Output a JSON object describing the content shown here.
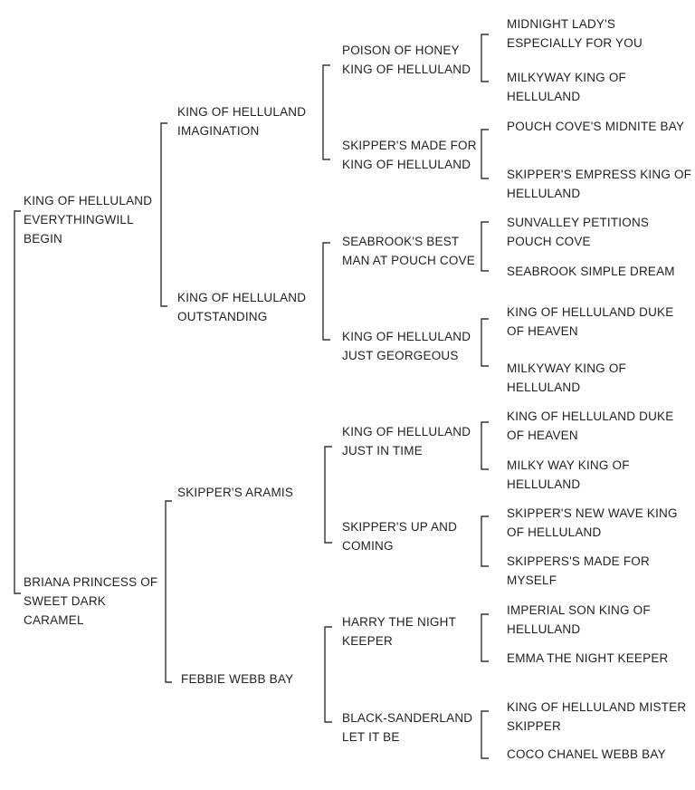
{
  "pedigree": {
    "sire": {
      "name": "KING OF HELLULAND EVERYTHINGWILL BEGIN",
      "sire": {
        "name": "KING OF HELLULAND IMAGINATION",
        "sire": {
          "name": "POISON OF HONEY KING OF HELLULAND",
          "sire": {
            "name": "MIDNIGHT LADY'S ESPECIALLY FOR YOU"
          },
          "dam": {
            "name": "MILKYWAY KING OF HELLULAND"
          }
        },
        "dam": {
          "name": "SKIPPER'S MADE FOR KING OF HELLULAND",
          "sire": {
            "name": "POUCH COVE'S MIDNITE BAY"
          },
          "dam": {
            "name": "SKIPPER'S EMPRESS KING OF HELLULAND"
          }
        }
      },
      "dam": {
        "name": "KING OF HELLULAND OUTSTANDING",
        "sire": {
          "name": "SEABROOK'S BEST MAN AT POUCH COVE",
          "sire": {
            "name": "SUNVALLEY PETITIONS POUCH COVE"
          },
          "dam": {
            "name": "SEABROOK SIMPLE DREAM"
          }
        },
        "dam": {
          "name": "KING OF HELLULAND JUST GEORGEOUS",
          "sire": {
            "name": "KING OF HELLULAND DUKE OF HEAVEN"
          },
          "dam": {
            "name": "MILKYWAY KING OF HELLULAND"
          }
        }
      }
    },
    "dam": {
      "name": "BRIANA PRINCESS OF SWEET DARK CARAMEL",
      "sire": {
        "name": "SKIPPER'S ARAMIS",
        "sire": {
          "name": "KING OF HELLULAND JUST IN TIME",
          "sire": {
            "name": "KING OF HELLULAND DUKE OF HEAVEN"
          },
          "dam": {
            "name": "MILKY WAY KING OF HELLULAND"
          }
        },
        "dam": {
          "name": "SKIPPER'S UP AND COMING",
          "sire": {
            "name": "SKIPPER'S NEW WAVE KING OF HELLULAND"
          },
          "dam": {
            "name": "SKIPPERS'S MADE FOR MYSELF"
          }
        }
      },
      "dam": {
        "name": "FEBBIE WEBB BAY",
        "sire": {
          "name": "HARRY THE NIGHT KEEPER",
          "sire": {
            "name": "IMPERIAL SON KING OF HELLULAND"
          },
          "dam": {
            "name": "EMMA THE NIGHT KEEPER"
          }
        },
        "dam": {
          "name": "BLACK-SANDERLAND LET IT BE",
          "sire": {
            "name": "KING OF HELLULAND MISTER SKIPPER"
          },
          "dam": {
            "name": "COCO CHANEL WEBB BAY"
          }
        }
      }
    }
  }
}
